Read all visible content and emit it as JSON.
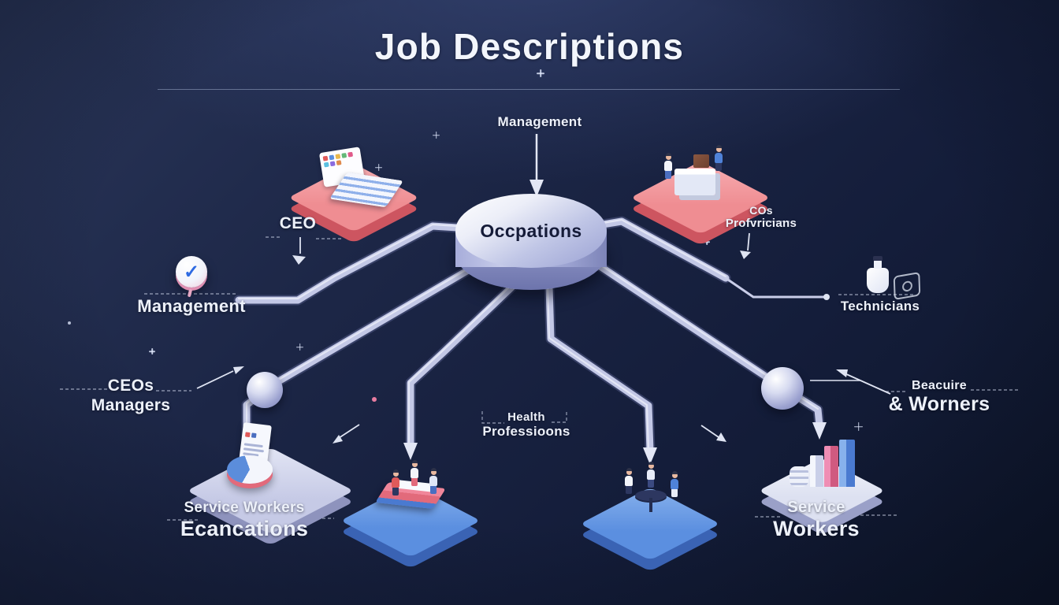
{
  "title": "Job Descriptions",
  "hub": {
    "label": "Occpations"
  },
  "branches": {
    "top": {
      "label": "Management"
    },
    "ceo": {
      "label": "CEO"
    },
    "management": {
      "label": "Management"
    },
    "ceos_managers": {
      "line1": "CEOs",
      "line2": "Managers"
    },
    "service_workers_left": {
      "line1": "Service Workers",
      "line2": "Ecancations"
    },
    "health_professions": {
      "line1": "Health",
      "line2": "Professioons"
    },
    "cos_provricians": {
      "line1": "COs",
      "line2": "Profvricians"
    },
    "technicians": {
      "label": "Technicians"
    },
    "beacuire_worners": {
      "line1": "Beacuire",
      "line2": "& Worners"
    },
    "service_workers_right": {
      "line1": "Service",
      "line2": "Workers"
    }
  },
  "icons": {
    "check_glyph": "✓"
  },
  "colors": {
    "bg_top": "#2a3659",
    "bg_bottom": "#0d1529",
    "tube": "#c3c8e6",
    "red_platform": "#e4737c",
    "blue_platform": "#5b8fe0",
    "purple_platform": "#c3c7e4",
    "text": "#edf1fa",
    "hub_text": "#151b38"
  }
}
